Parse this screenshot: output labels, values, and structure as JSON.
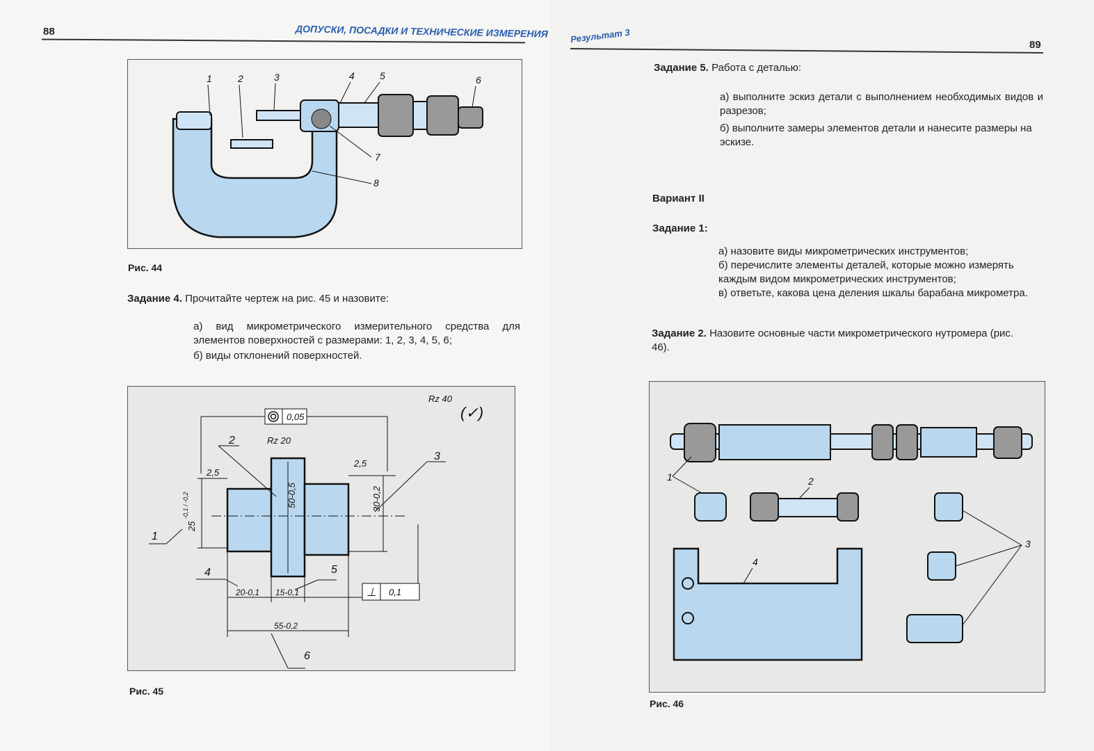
{
  "left_page": {
    "page_number": "88",
    "running_head": "ДОПУСКИ, ПОСАДКИ И ТЕХНИЧЕСКИЕ ИЗМЕРЕНИЯ",
    "fig44": {
      "caption": "Рис. 44",
      "labels": [
        "1",
        "2",
        "3",
        "4",
        "5",
        "6",
        "7",
        "8"
      ]
    },
    "task4": {
      "title": "Задание 4.",
      "text": "Прочитайте чертеж на рис. 45 и назовите:",
      "items": [
        {
          "marker": "а)",
          "text": "вид микрометрического измерительного средства для элементов поверхностей с размерами: 1, 2, 3, 4, 5, 6;"
        },
        {
          "marker": "б)",
          "text": "виды отклонений поверхностей."
        }
      ]
    },
    "fig45": {
      "caption": "Рис. 45",
      "labels": [
        "1",
        "2",
        "3",
        "4",
        "5",
        "6"
      ],
      "dims": {
        "d25": "25",
        "d25_tol": "-0,1 / -0,2",
        "d50": "50-0,5",
        "d30": "30-0,2",
        "d20": "20-0,1",
        "d15": "15-0,1",
        "d55": "55-0,2"
      },
      "roughness": {
        "rz20": "Rz 20",
        "r25a": "2,5",
        "r25b": "2,5",
        "rz40": "Rz 40"
      },
      "tolerances": {
        "concentricity": "0,05",
        "perpendicularity": "0,1"
      }
    }
  },
  "right_page": {
    "page_number": "89",
    "running_head": "Результат 3",
    "task5": {
      "title": "Задание 5.",
      "text": "Работа с деталью:",
      "items": [
        {
          "marker": "а)",
          "text": "выполните эскиз детали с выполнением необходимых видов и разрезов;"
        },
        {
          "marker": "б)",
          "text": "выполните замеры элементов детали и нанесите размеры на эскизе."
        }
      ]
    },
    "variant": "Вариант II",
    "task1": {
      "title": "Задание 1:",
      "items": [
        {
          "marker": "а)",
          "text": "назовите виды микрометрических инструментов;"
        },
        {
          "marker": "б)",
          "text": "перечислите элементы деталей, которые можно измерять каждым видом микрометрических инструментов;"
        },
        {
          "marker": "в)",
          "text": "ответьте, какова цена деления шкалы барабана микрометра."
        }
      ]
    },
    "task2": {
      "title": "Задание 2.",
      "text": "Назовите основные части микрометрического нутромера (рис. 46)."
    },
    "fig46": {
      "caption": "Рис. 46",
      "labels": [
        "1",
        "2",
        "3",
        "4"
      ]
    }
  }
}
